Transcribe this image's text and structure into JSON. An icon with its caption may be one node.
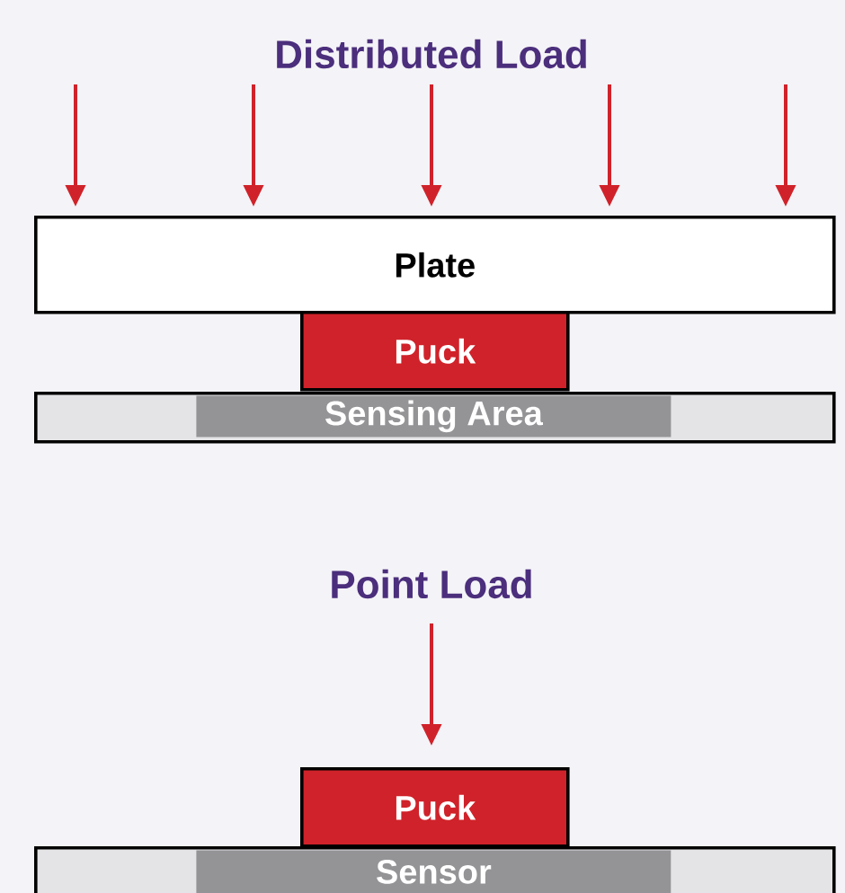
{
  "diagram": {
    "nodes": [
      {
        "text": [
          "Plate"
        ]
      },
      {
        "text": [
          "Puck"
        ]
      },
      {
        "text": [],
        "shape": "bar"
      },
      {
        "text": [
          "Sensing Area"
        ],
        "in": 2
      },
      {
        "text": [
          "Puck"
        ]
      },
      {
        "text": [],
        "shape": "bar"
      },
      {
        "text": [
          "Sensor"
        ],
        "in": 5
      }
    ],
    "labels": [
      "Distributed Load",
      "Point Load"
    ]
  }
}
